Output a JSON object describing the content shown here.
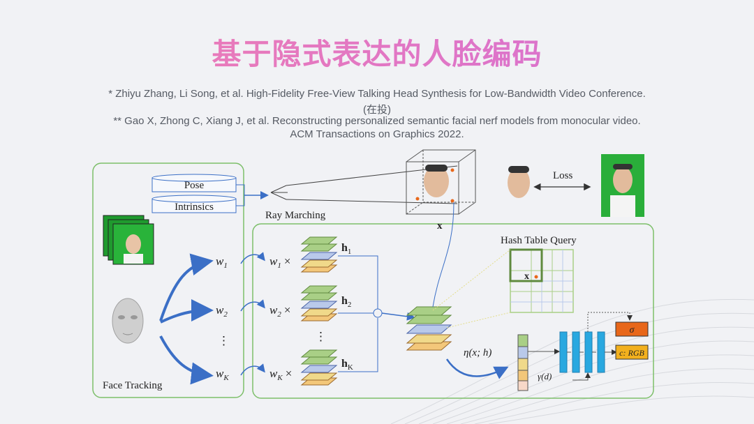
{
  "slide": {
    "title": "基于隐式表达的人脸编码",
    "references": [
      "* Zhiyu Zhang, Li Song, et al. High-Fidelity Free-View Talking Head Synthesis for Low-Bandwidth Video Conference.",
      "(在投)",
      "** Gao X, Zhong C, Xiang J, et al. Reconstructing personalized semantic facial nerf models from monocular video.",
      "ACM Transactions on Graphics 2022."
    ]
  },
  "figure": {
    "pose": "Pose",
    "intrinsics": "Intrinsics",
    "ray_marching": "Ray Marching",
    "face_tracking": "Face Tracking",
    "loss": "Loss",
    "x": "x",
    "hash_table_query": "Hash Table Query",
    "weights": [
      "w",
      "w",
      "w"
    ],
    "weight_subs": [
      "1",
      "2",
      "K"
    ],
    "times": "×",
    "hashes": [
      "h",
      "h",
      "h"
    ],
    "hash_subs": [
      "1",
      "2",
      "K"
    ],
    "vdots": "⋮",
    "eta": "η(x; h)",
    "sigma": "σ",
    "crgb": "c: RGB",
    "gamma": "γ(d)"
  },
  "colors": {
    "green_box": "#7dbf6a",
    "blue_arrow": "#3b6fc6",
    "sigma_box": "#e8671a",
    "rgb_box": "#f2b01e",
    "mlp": "#29a8e0"
  }
}
